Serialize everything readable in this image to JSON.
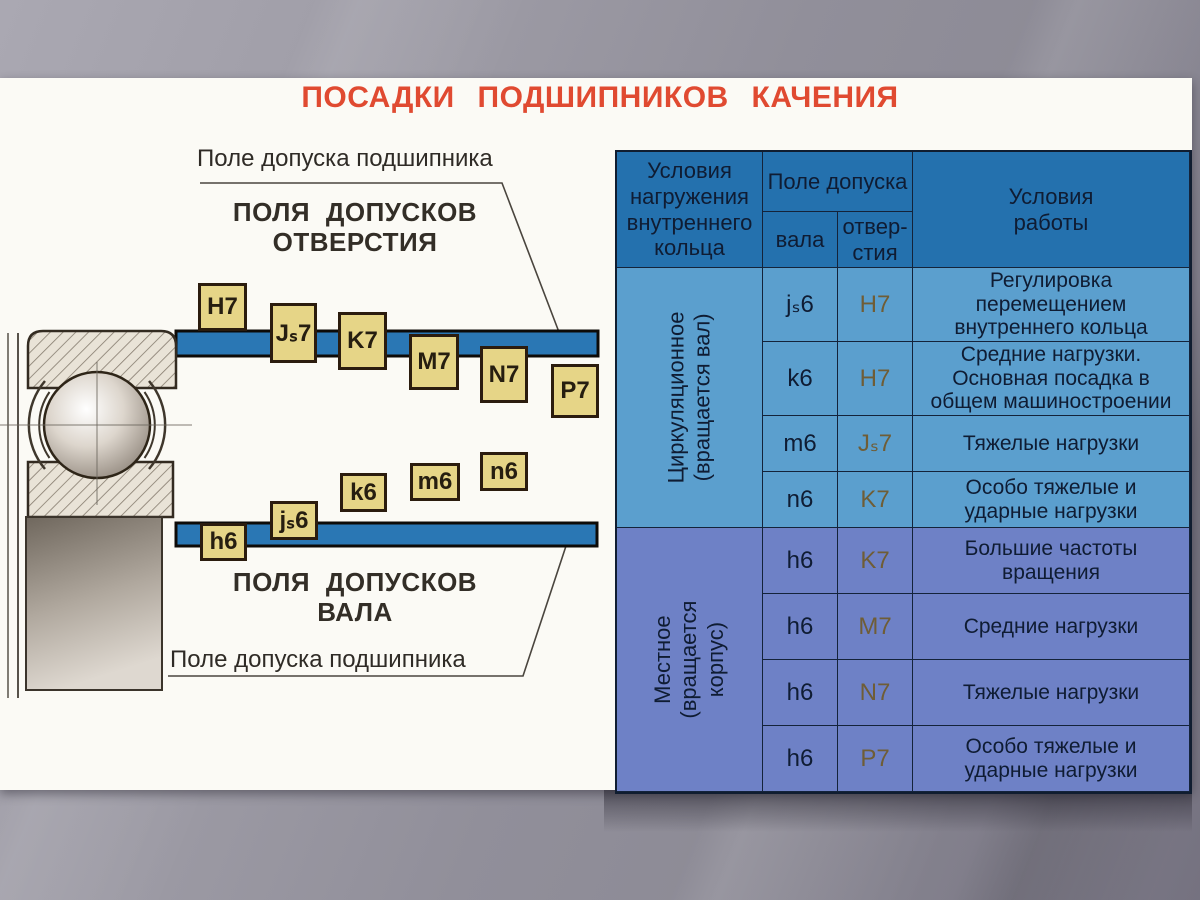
{
  "slide": {
    "title": "ПОСАДКИ ПОДШИПНИКОВ КАЧЕНИЯ"
  },
  "diagram": {
    "bearing_tolerance_label_top": "Поле допуска подшипника",
    "bearing_tolerance_label_bottom": "Поле допуска подшипника",
    "hole_fields_heading": "ПОЛЯ ДОПУСКОВ\nОТВЕРСТИЯ",
    "shaft_fields_heading": "ПОЛЯ ДОПУСКОВ\nВАЛА",
    "hole_tolerance_boxes": [
      "H7",
      "Jₛ7",
      "K7",
      "M7",
      "N7",
      "P7"
    ],
    "shaft_tolerance_boxes": [
      "h6",
      "jₛ6",
      "k6",
      "m6",
      "n6"
    ]
  },
  "table": {
    "header": {
      "loading_conditions": "Условия нагружения внутреннего кольца",
      "tolerance_field": "Поле допуска",
      "shaft_col": "вала",
      "hole_col": "отвер-\nстия",
      "working_conditions": "Условия\nработы"
    },
    "groups": [
      {
        "label": "Циркуляционное\n(вращается вал)",
        "rows": [
          {
            "shaft": "jₛ6",
            "hole": "H7",
            "conditions": "Регулировка\nперемещением\nвнутреннего кольца"
          },
          {
            "shaft": "k6",
            "hole": "H7",
            "conditions": "Средние нагрузки.\nОсновная посадка в\nобщем  машиностроении"
          },
          {
            "shaft": "m6",
            "hole": "Jₛ7",
            "conditions": "Тяжелые нагрузки"
          },
          {
            "shaft": "n6",
            "hole": "K7",
            "conditions": "Особо тяжелые и\nударные нагрузки"
          }
        ]
      },
      {
        "label": "Местное\n(вращается корпус)",
        "rows": [
          {
            "shaft": "h6",
            "hole": "K7",
            "conditions": "Большие частоты\nвращения"
          },
          {
            "shaft": "h6",
            "hole": "M7",
            "conditions": "Средние нагрузки"
          },
          {
            "shaft": "h6",
            "hole": "N7",
            "conditions": "Тяжелые нагрузки"
          },
          {
            "shaft": "h6",
            "hole": "P7",
            "conditions": "Особо тяжелые и\nударные нагрузки"
          }
        ]
      }
    ]
  },
  "colors": {
    "title_red": "#e04a31",
    "table_header_blue": "#2471ae",
    "circulating_group_blue": "#5b9fce",
    "local_group_blue": "#6e81c6",
    "tolerance_bar_blue": "#2a77b4",
    "tolerance_box_fill": "#e6d587",
    "tolerance_box_border": "#2b1c0e",
    "hole_value_olive": "#6f5d36"
  }
}
